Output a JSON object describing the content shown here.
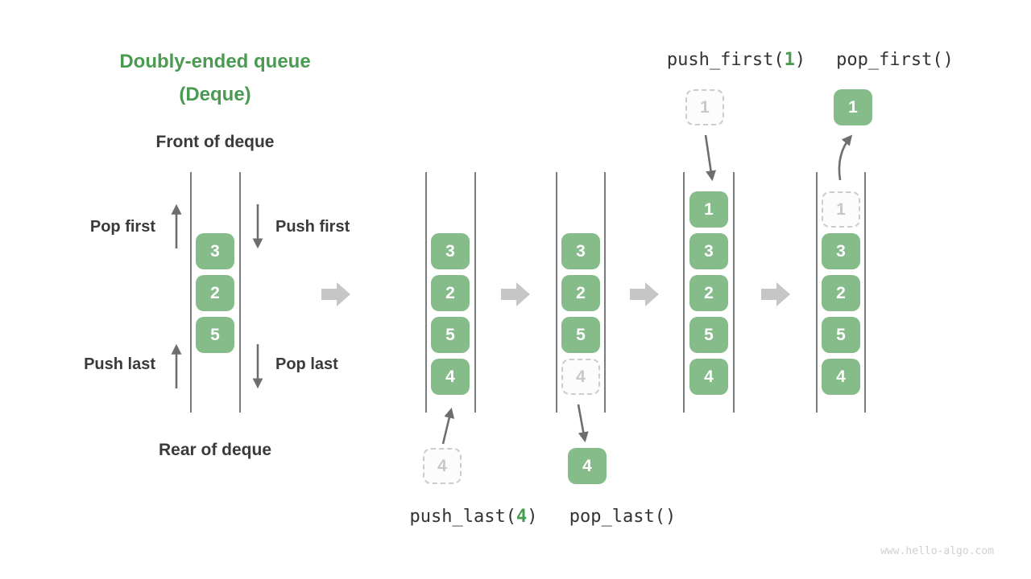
{
  "title": {
    "line1": "Doubly-ended queue",
    "line2": "(Deque)"
  },
  "left_diagram": {
    "front_label": "Front of deque",
    "rear_label": "Rear of deque",
    "pop_first_label": "Pop first",
    "push_first_label": "Push first",
    "push_last_label": "Push last",
    "pop_last_label": "Pop last",
    "cells": [
      "3",
      "2",
      "5"
    ]
  },
  "operations": {
    "push_last": {
      "prefix": "push_last(",
      "arg": "4",
      "suffix": ")"
    },
    "pop_last": {
      "label": "pop_last()"
    },
    "push_first": {
      "prefix": "push_first(",
      "arg": "1",
      "suffix": ")"
    },
    "pop_first": {
      "label": "pop_first()"
    }
  },
  "states": {
    "after_push_last": {
      "cells": [
        "3",
        "2",
        "5",
        "4"
      ]
    },
    "after_pop_last": {
      "cells": [
        "3",
        "2",
        "5"
      ],
      "removed_cell": "4"
    },
    "after_push_first": {
      "cells": [
        "1",
        "3",
        "2",
        "5",
        "4"
      ]
    },
    "after_pop_first": {
      "removed_cell": "1",
      "cells": [
        "3",
        "2",
        "5",
        "4"
      ]
    }
  },
  "floating": {
    "push_last_incoming": "4",
    "pop_last_outgoing": "4",
    "push_first_incoming": "1",
    "pop_first_outgoing": "1"
  },
  "watermark": "www.hello-algo.com",
  "colors": {
    "box_green": "#86BB8A",
    "title_green": "#4A9B52",
    "text_dark": "#3A3A3A",
    "wall_gray": "#5A5A5A",
    "small_arrow_gray": "#6E6E6E",
    "big_arrow_gray": "#C6C6C6",
    "ghost_border": "#CCCCCC",
    "ghost_text": "#C8C8C8",
    "watermark_gray": "#D0D0D0"
  }
}
